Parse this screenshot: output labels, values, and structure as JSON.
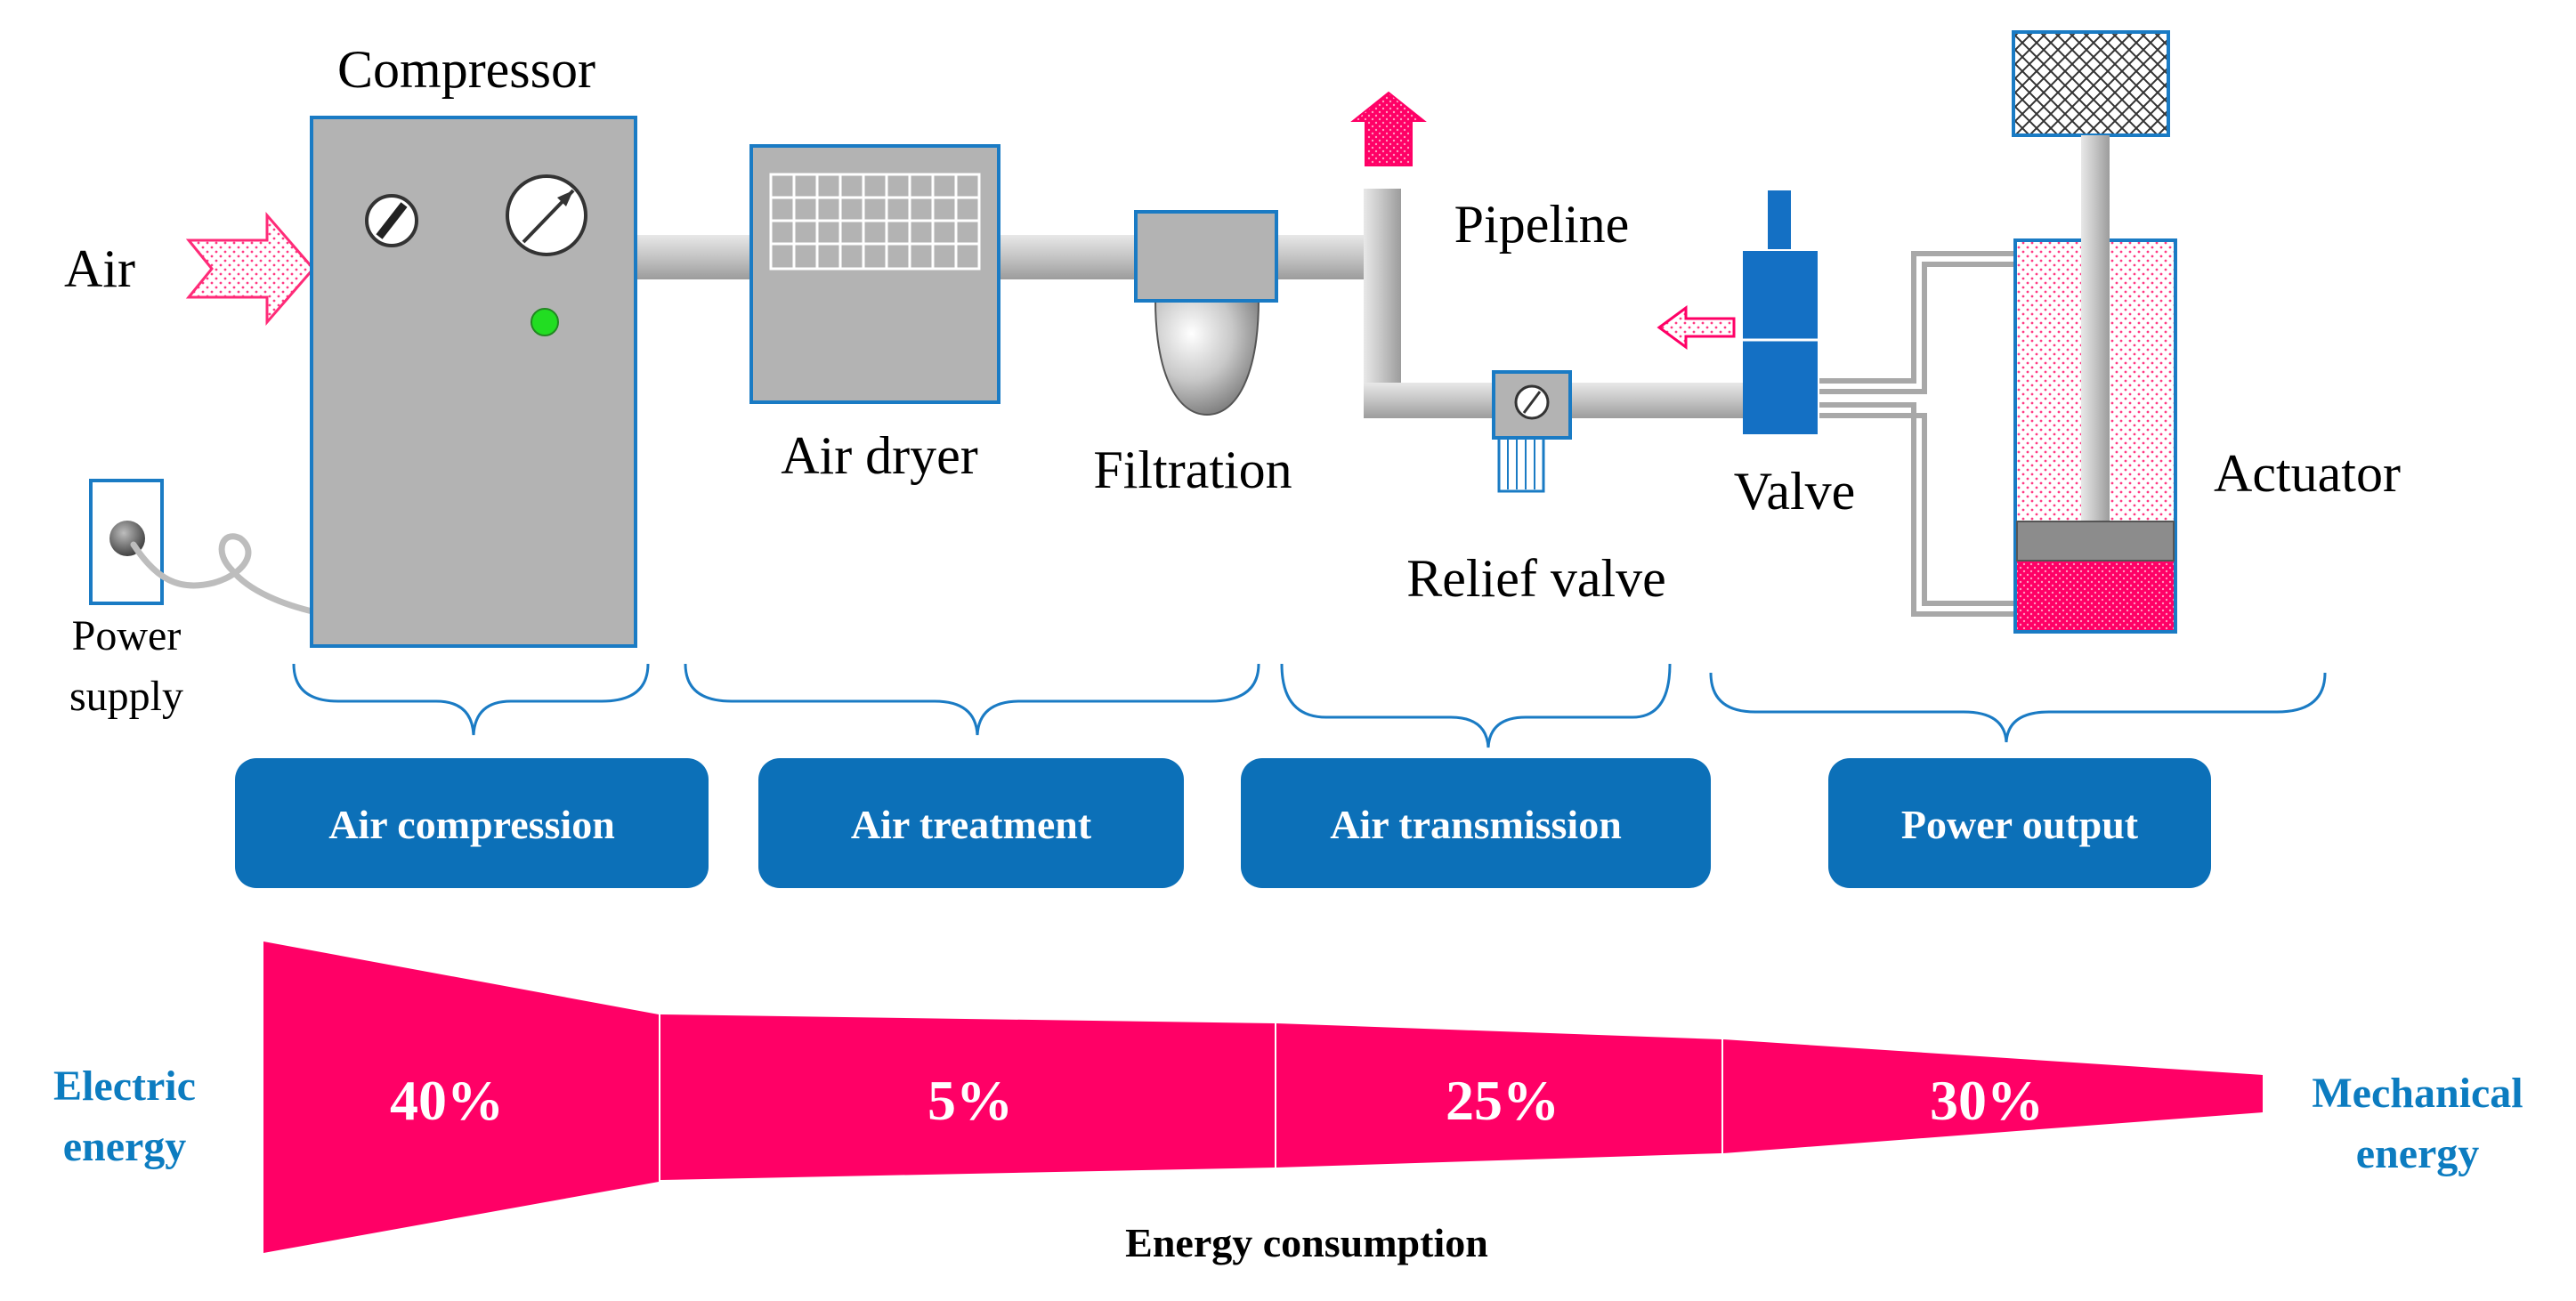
{
  "components": {
    "compressor": "Compressor",
    "air": "Air",
    "power_supply_line1": "Power",
    "power_supply_line2": "supply",
    "air_dryer": "Air dryer",
    "filtration": "Filtration",
    "pipeline": "Pipeline",
    "relief_valve": "Relief valve",
    "valve": "Valve",
    "actuator": "Actuator"
  },
  "stages": [
    {
      "label": "Air compression"
    },
    {
      "label": "Air treatment"
    },
    {
      "label": "Air transmission"
    },
    {
      "label": "Power output"
    }
  ],
  "energy": {
    "input_line1": "Electric",
    "input_line2": "energy",
    "output_line1": "Mechanical",
    "output_line2": "energy",
    "caption": "Energy consumption",
    "segments": [
      {
        "stage": "Air compression",
        "percent": "40%"
      },
      {
        "stage": "Air treatment",
        "percent": "5%"
      },
      {
        "stage": "Air transmission",
        "percent": "25%"
      },
      {
        "stage": "Power output",
        "percent": "30%"
      }
    ]
  },
  "colors": {
    "accent_pink": "#ff0066",
    "stage_blue": "#0c70b8",
    "outline_blue": "#1a7bc4",
    "machine_gray": "#b3b3b3",
    "pipe_gray": "#c8c8c8",
    "valve_blue": "#1470c4"
  }
}
